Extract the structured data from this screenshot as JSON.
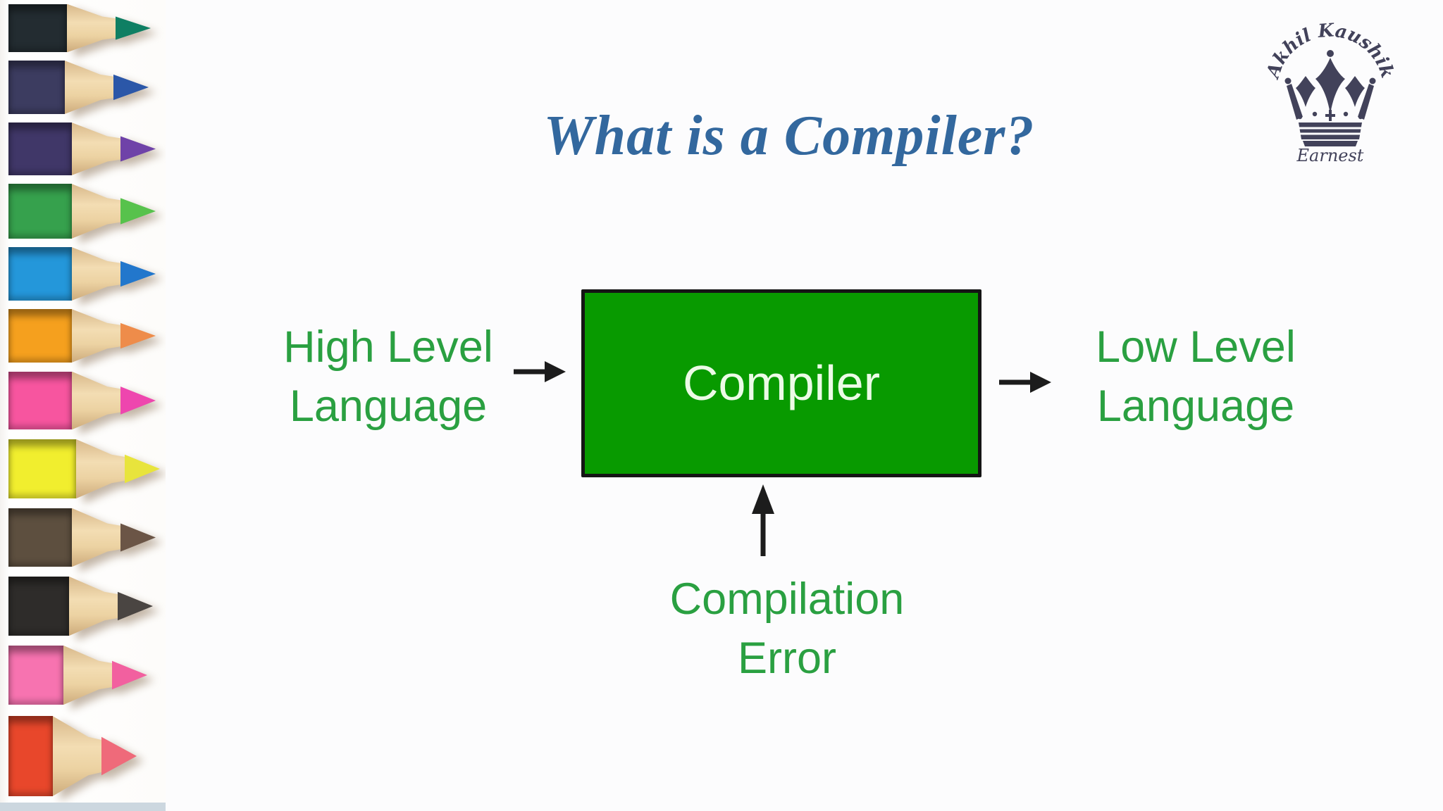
{
  "slide": {
    "title": "What is a Compiler?",
    "colors": {
      "title": "#33689e",
      "background": "#fcfcfd",
      "text_green": "#2aa041",
      "arrow": "#1c1c1c"
    }
  },
  "logo": {
    "arc_text": "Akhil Kaushik",
    "tagline": "Earnest",
    "color": "#42425a"
  },
  "diagram": {
    "input": {
      "line1": "High Level",
      "line2": "Language"
    },
    "box": {
      "label": "Compiler",
      "fill": "#089a00",
      "border": "#151515",
      "text_color": "#ecfbe6"
    },
    "output": {
      "line1": "Low Level",
      "line2": "Language"
    },
    "error": {
      "line1": "Compilation",
      "line2": "Error"
    }
  },
  "pencil_strip": {
    "bottom_bar_color": "#ccd7df",
    "pencils": [
      {
        "name": "teal",
        "body_color": "#232c31",
        "tip_color": "#0f7f63",
        "height": 80,
        "length": 215
      },
      {
        "name": "navy",
        "body_color": "#3c3c60",
        "tip_color": "#2b57a8",
        "height": 88,
        "length": 212
      },
      {
        "name": "purple",
        "body_color": "#403768",
        "tip_color": "#6f42a8",
        "height": 87,
        "length": 222
      },
      {
        "name": "green",
        "body_color": "#36a14d",
        "tip_color": "#57c24c",
        "height": 90,
        "length": 222
      },
      {
        "name": "blue",
        "body_color": "#2497da",
        "tip_color": "#2277cc",
        "height": 88,
        "length": 222
      },
      {
        "name": "orange",
        "body_color": "#f5a01e",
        "tip_color": "#ee8c4a",
        "height": 88,
        "length": 222
      },
      {
        "name": "magenta",
        "body_color": "#f7559f",
        "tip_color": "#ee46ae",
        "height": 96,
        "length": 222
      },
      {
        "name": "yellow",
        "body_color": "#f1ee2e",
        "tip_color": "#e8e43c",
        "height": 98,
        "length": 228
      },
      {
        "name": "brown",
        "body_color": "#5d4f3f",
        "tip_color": "#6b5546",
        "height": 97,
        "length": 222
      },
      {
        "name": "black",
        "body_color": "#2e2c2a",
        "tip_color": "#4a4542",
        "height": 98,
        "length": 218
      },
      {
        "name": "pink",
        "body_color": "#f773b0",
        "tip_color": "#f2609f",
        "height": 98,
        "length": 210
      },
      {
        "name": "red",
        "body_color": "#e8472b",
        "tip_color": "#ef6a7a",
        "height": 132,
        "length": 195
      }
    ]
  }
}
